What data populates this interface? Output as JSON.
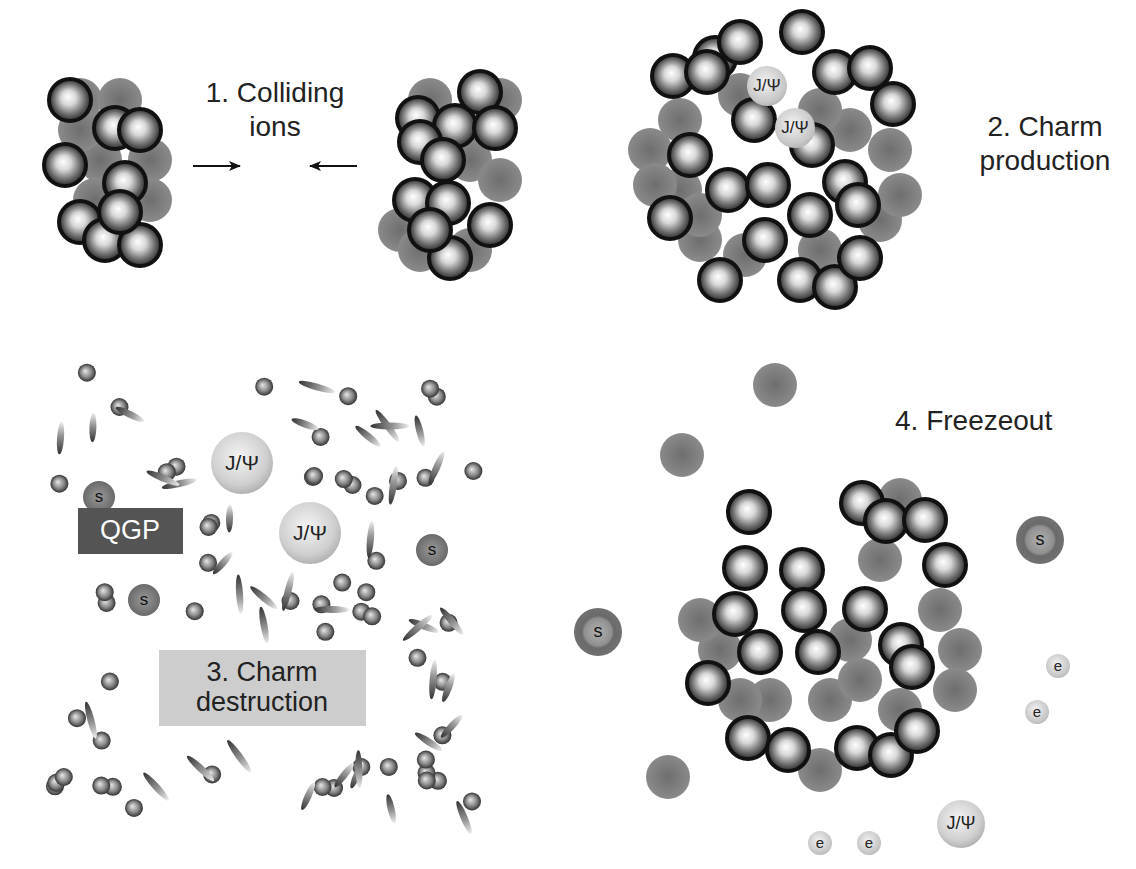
{
  "diagram": {
    "nodes": [
      {
        "text": [
          "J/Ψ"
        ]
      },
      {
        "text": [
          "J/Ψ"
        ]
      },
      {
        "text": [
          "J/Ψ"
        ]
      },
      {
        "text": [
          "J/Ψ"
        ]
      },
      {
        "text": [
          "s"
        ]
      },
      {
        "text": [
          "QGP"
        ]
      },
      {
        "text": [
          "s"
        ]
      },
      {
        "text": [
          "s"
        ]
      },
      {
        "text": [
          "3. Charm destruction"
        ]
      },
      {
        "text": [
          "s"
        ]
      },
      {
        "text": [
          "s"
        ]
      },
      {
        "text": [
          "e"
        ]
      },
      {
        "text": [
          "e"
        ]
      },
      {
        "text": [
          "J/Ψ"
        ]
      },
      {
        "text": [
          "e"
        ]
      },
      {
        "text": [
          "e"
        ]
      }
    ],
    "labels": [
      "1. Colliding ions",
      "2. Charm production",
      "4. Freezeout"
    ]
  }
}
